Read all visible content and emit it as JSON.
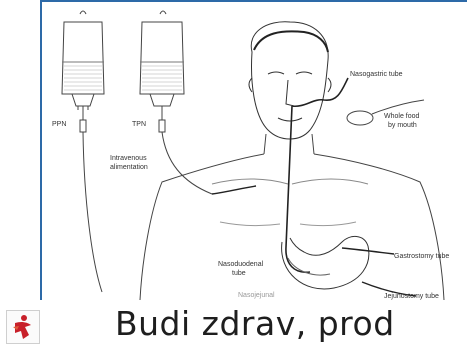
{
  "diagram": {
    "labels": {
      "ppn": "PPN",
      "tpn": "TPN",
      "intravenous": "Intravenous",
      "alimentation": "alimentation",
      "nasogastric": "Nasogastric tube",
      "whole_food_1": "Whole food",
      "whole_food_2": "by mouth",
      "nasoduodenal_1": "Nasoduodenal",
      "nasoduodenal_2": "tube",
      "gastrostomy": "Gastrostomy tube",
      "jejunostomy": "Jejunostomy tube",
      "nasojejunal": "Nasojejunal"
    }
  },
  "footer": {
    "slogan": "Budi zdrav, prod"
  },
  "colors": {
    "frame_blue": "#2d6aa8",
    "logo_red": "#c8202a",
    "ink": "#333333"
  }
}
